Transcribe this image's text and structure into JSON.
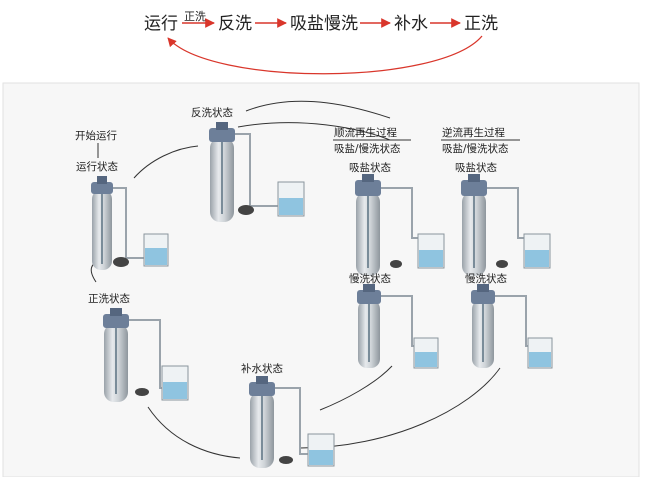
{
  "flow": {
    "steps": [
      "运行",
      "反洗",
      "吸盐慢洗",
      "补水",
      "正洗"
    ],
    "first_arrow_label": "正洗",
    "arrow_color": "#d9362b"
  },
  "diagram": {
    "start_label": "开始运行",
    "units": {
      "run": "运行状态",
      "backwash": "反洗状态",
      "downflow_brine": "吸盐状态",
      "upflow_brine": "吸盐状态",
      "downflow_slow": "慢洗状态",
      "upflow_slow": "慢洗状态",
      "refill": "补水状态",
      "rinse": "正洗状态"
    },
    "downflow_heading": {
      "line1": "顺流再生过程",
      "line2": "吸盐/慢洗状态"
    },
    "upflow_heading": {
      "line1": "逆流再生过程",
      "line2": "吸盐/慢洗状态"
    },
    "tank_color": "#c9ced3",
    "valve_color": "#6d7f99",
    "water_color": "#8fc4e0"
  }
}
